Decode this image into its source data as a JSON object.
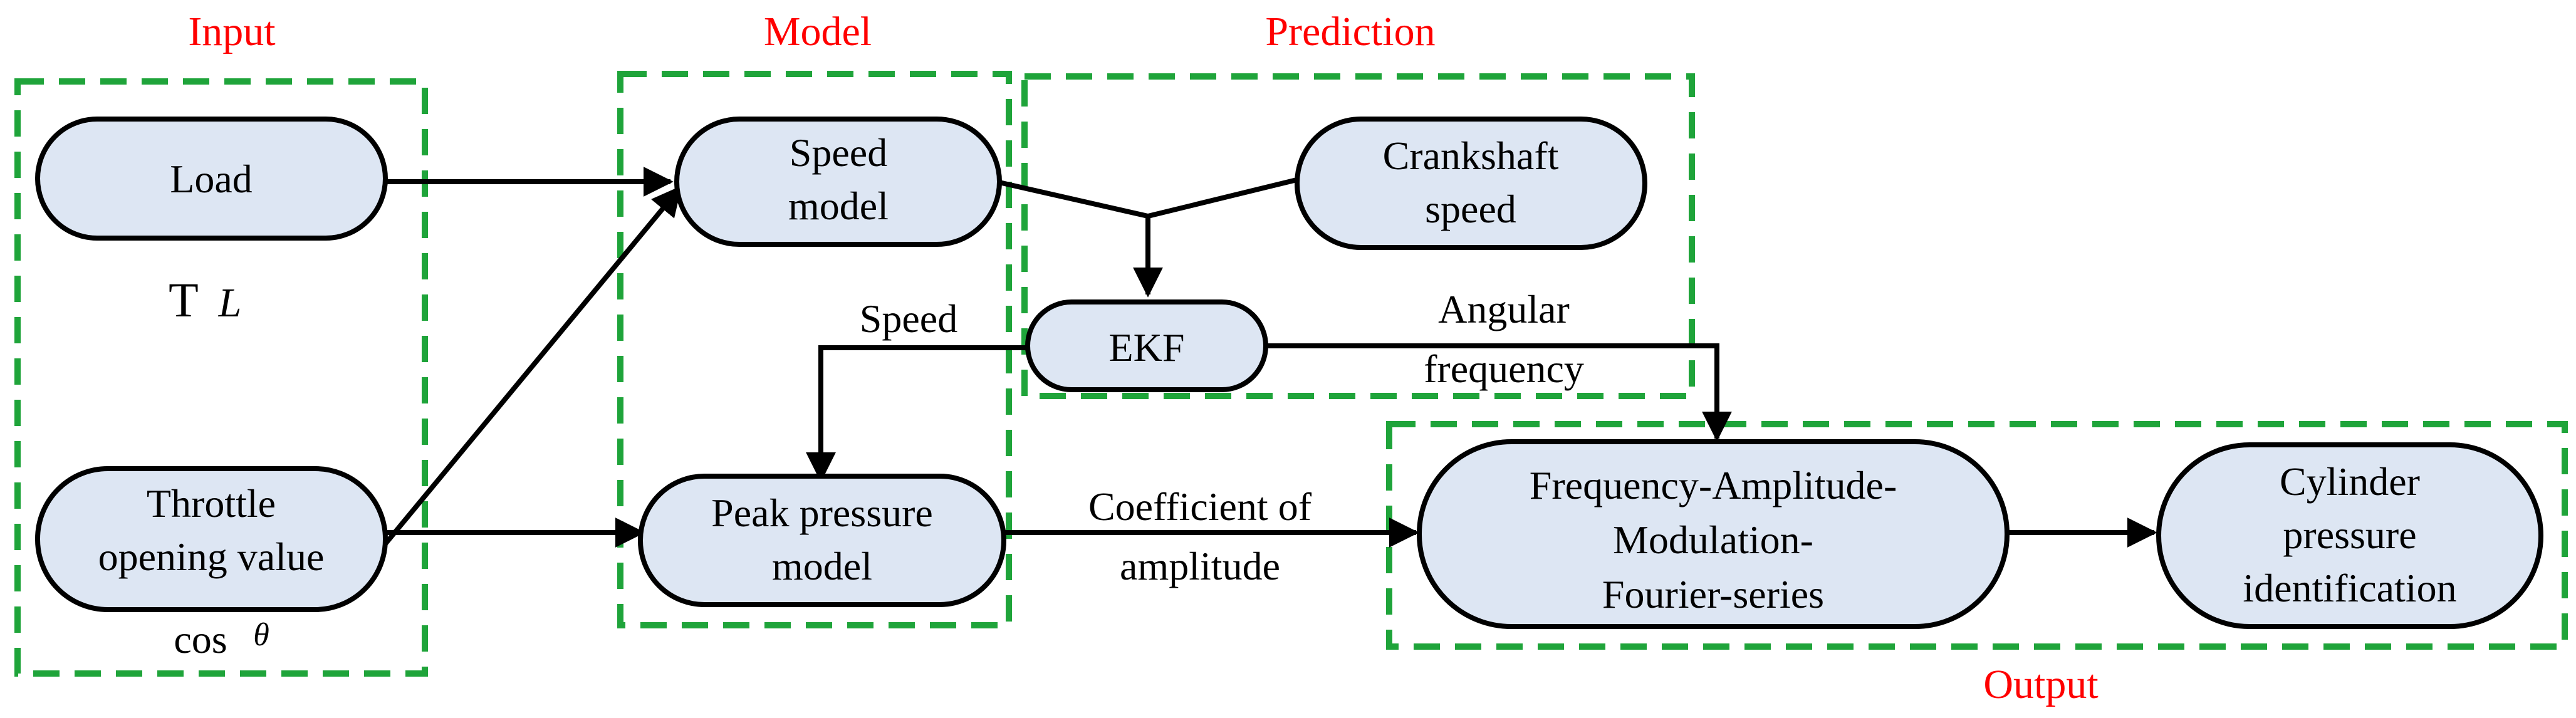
{
  "colors": {
    "section_title": "#ff0000",
    "group_border": "#1fa43a",
    "node_fill": "#dde6f3",
    "node_stroke": "#000000",
    "edge": "#000000"
  },
  "sections": {
    "input": {
      "title": "Input"
    },
    "model": {
      "title": "Model"
    },
    "prediction": {
      "title": "Prediction"
    },
    "output": {
      "title": "Output"
    }
  },
  "nodes": {
    "load": {
      "line1": "Load"
    },
    "speed_model": {
      "line1": "Speed",
      "line2": "model"
    },
    "crankshaft_speed": {
      "line1": "Crankshaft",
      "line2": "speed"
    },
    "ekf": {
      "line1": "EKF"
    },
    "throttle": {
      "line1": "Throttle",
      "line2": "opening value"
    },
    "peak_pressure": {
      "line1": "Peak pressure",
      "line2": "model"
    },
    "famf": {
      "line1": "Frequency-Amplitude-",
      "line2": "Modulation-",
      "line3": "Fourier-series"
    },
    "cylinder": {
      "line1": "Cylinder",
      "line2": "pressure",
      "line3": "identification"
    }
  },
  "annotations": {
    "load_symbol": "T",
    "load_subscript": "L",
    "throttle_symbol_main": "cos",
    "throttle_symbol_theta": "θ"
  },
  "edge_labels": {
    "speed": "Speed",
    "angular_1": "Angular",
    "angular_2": "frequency",
    "coefficient_1": "Coefficient of",
    "coefficient_2": "amplitude"
  }
}
